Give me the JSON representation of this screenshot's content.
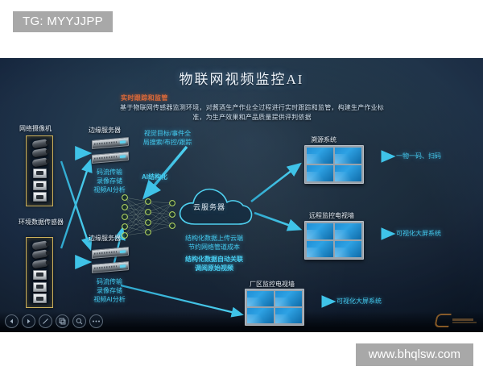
{
  "watermarks": {
    "top": "TG: MYYJJPP",
    "bottom_url": "www.bhqlsw.com"
  },
  "slide": {
    "title": "物联网视频监控AI",
    "subtitle_accent": "实时跟踪和监管",
    "subtitle_body": "基于物联网传感器监测环境，对酱酒生产作业全过程进行实时跟踪和监管，构建生产作业标准，为生产效果和产品质量提供评判依据",
    "nodes": {
      "camera_group": "网络摄像机",
      "sensor_group": "环境数据传感器",
      "edge_server_top": "边缘服务器",
      "edge_server_bottom": "边缘服务器",
      "edge_caption_top": "码流传输\n录像存储\n视频AI分析",
      "edge_caption_bottom": "码流传输\n录像存储\n视频AI分析",
      "ai_search": "视觉目标/事件全\n局搜索/布控/跟踪",
      "ai_structure": "AI结构化",
      "cloud_server": "云服务器",
      "cloud_caption_1": "结构化数据上传云端\n节约网络管道成本",
      "cloud_caption_2": "结构化数据自动关联\n调阅原始视频",
      "trace_system": "溯源系统",
      "trace_result": "一物一码、扫码",
      "remote_wall": "远程监控电视墙",
      "remote_result": "可视化大屏系统",
      "plant_wall": "厂区监控电视墙",
      "plant_result": "可视化大屏系统"
    }
  },
  "toolbar": {
    "buttons": [
      {
        "name": "previous-slide",
        "glyph": "◀"
      },
      {
        "name": "play-slide",
        "glyph": "▶"
      },
      {
        "name": "pen-tool",
        "glyph": "／"
      },
      {
        "name": "duplicate-tool",
        "glyph": "❐"
      },
      {
        "name": "zoom-tool",
        "glyph": "🔍"
      },
      {
        "name": "more-options",
        "glyph": "•••"
      }
    ]
  },
  "colors": {
    "accent_cyan": "#43c6ea",
    "accent_orange": "#d8693a",
    "device_border": "#cbb05a",
    "screen_blue": "#2ea2e4",
    "slide_bg": "#11223a"
  }
}
